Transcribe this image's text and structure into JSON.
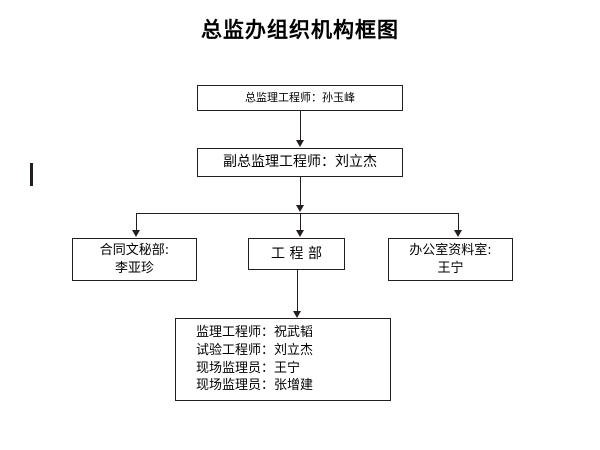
{
  "chart_data": {
    "type": "diagram",
    "diagram_kind": "organizational-chart",
    "title": "总监办组织机构框图",
    "orientation": "top-down",
    "levels": 4,
    "nodes": [
      {
        "id": "chief",
        "level": 1,
        "lines": [
          "总监理工程师：孙玉峰"
        ],
        "role": "总监理工程师",
        "person": "孙玉峰"
      },
      {
        "id": "deputy",
        "level": 2,
        "lines": [
          "副总监理工程师：刘立杰"
        ],
        "role": "副总监理工程师",
        "person": "刘立杰"
      },
      {
        "id": "contract",
        "level": 3,
        "lines": [
          "合同文秘部:",
          "李亚珍"
        ],
        "role": "合同文秘部",
        "person": "李亚珍"
      },
      {
        "id": "engineering",
        "level": 3,
        "lines": [
          "工 程 部"
        ],
        "role": "工 程 部",
        "person": ""
      },
      {
        "id": "office",
        "level": 3,
        "lines": [
          "办公室资料室:",
          "王宁"
        ],
        "role": "办公室资料室",
        "person": "王宁"
      },
      {
        "id": "staff",
        "level": 4,
        "lines": [
          "监理工程师：祝武韬",
          "试验工程师：刘立杰",
          "现场监理员：王宁",
          "现场监理员：张增建"
        ]
      }
    ],
    "edges": [
      {
        "from": "chief",
        "to": "deputy",
        "style": "arrow"
      },
      {
        "from": "deputy",
        "to": "contract",
        "style": "arrow"
      },
      {
        "from": "deputy",
        "to": "engineering",
        "style": "arrow"
      },
      {
        "from": "deputy",
        "to": "office",
        "style": "arrow"
      },
      {
        "from": "engineering",
        "to": "staff",
        "style": "arrow"
      }
    ],
    "colors": {
      "background": "#ffffff",
      "line": "#231f20",
      "text": "#000000"
    }
  },
  "title": "总监办组织机构框图",
  "nodes": {
    "chief": {
      "line1": "总监理工程师：孙玉峰"
    },
    "deputy": {
      "line1": "副总监理工程师：刘立杰"
    },
    "contract": {
      "line1": "合同文秘部:",
      "line2": "李亚珍"
    },
    "engineering": {
      "line1": "工 程 部"
    },
    "office": {
      "line1": "办公室资料室:",
      "line2": "王宁"
    },
    "staff": {
      "line1": "监理工程师：祝武韬",
      "line2": "试验工程师：刘立杰",
      "line3": "现场监理员：王宁",
      "line4": "现场监理员：张增建"
    }
  }
}
